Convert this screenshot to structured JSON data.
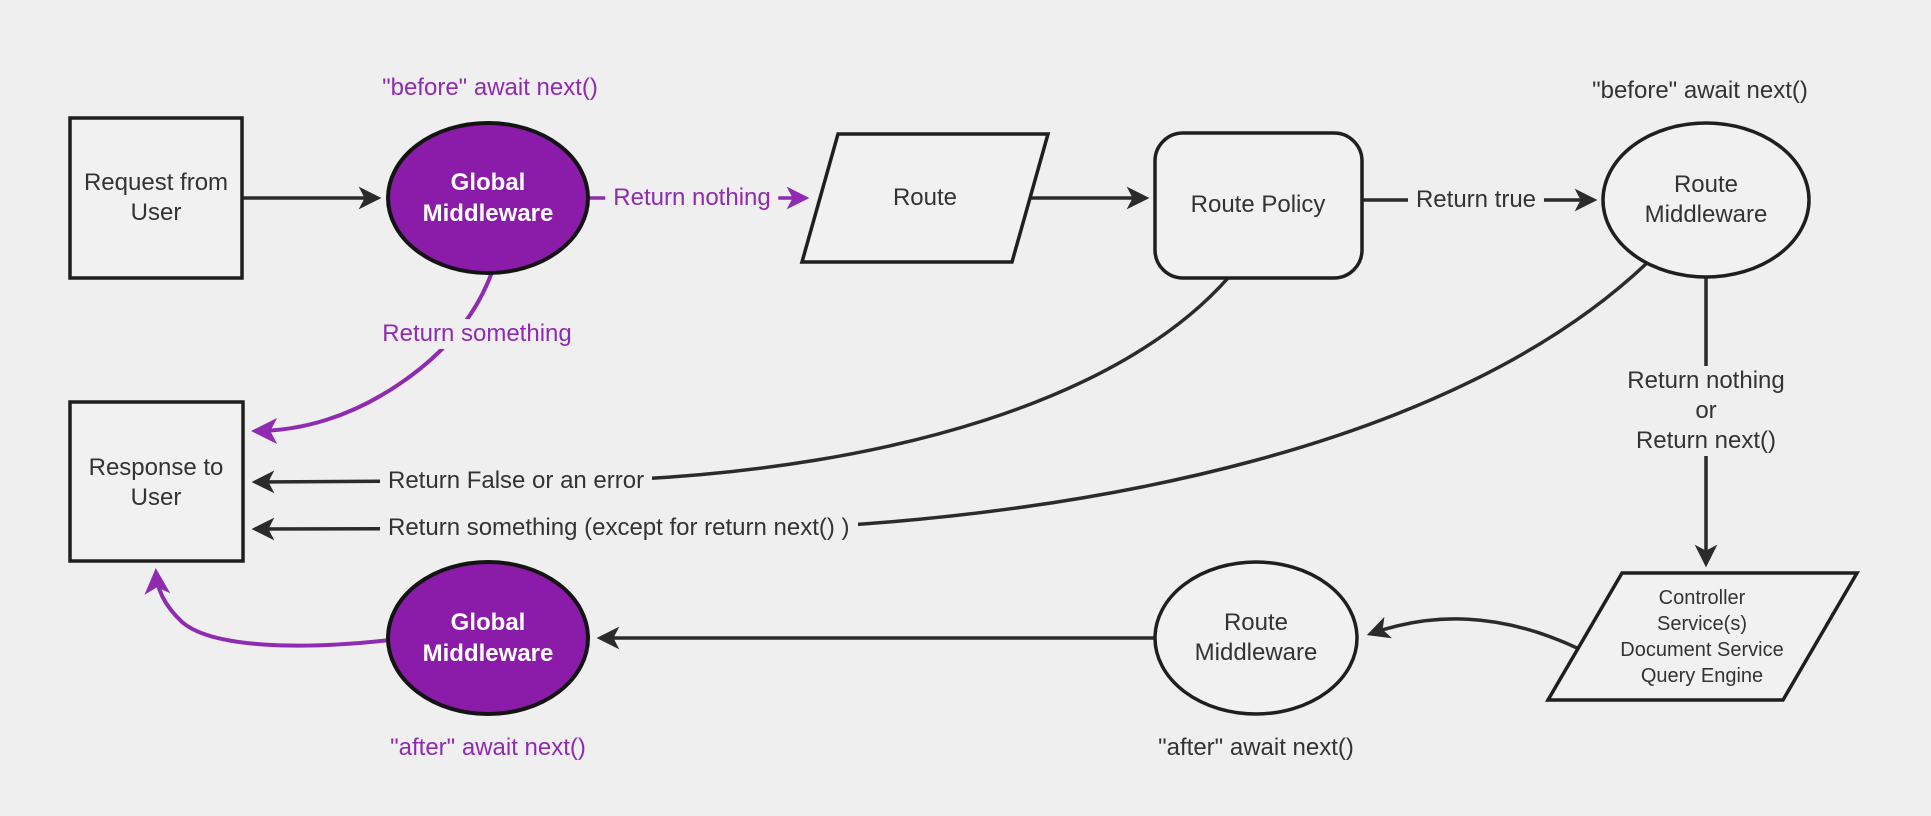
{
  "diagram_title": "Request lifecycle middleware flowchart",
  "colors": {
    "background": "#efefef",
    "node_fill": "#f1f1f1",
    "node_border": "#1f1f1f",
    "edge_black": "#2b2b2b",
    "edge_purple": "#8f2bb0",
    "purple_node_fill": "#8a1ca9",
    "text_dark": "#333333",
    "text_on_purple": "#ffffff"
  },
  "nodes": {
    "request_from_user": {
      "shape": "rectangle",
      "line1": "Request from",
      "line2": "User"
    },
    "global_middleware_top": {
      "shape": "ellipse",
      "line1": "Global",
      "line2": "Middleware"
    },
    "route": {
      "shape": "parallelogram",
      "label": "Route"
    },
    "route_policy": {
      "shape": "rounded-rectangle",
      "label": "Route Policy"
    },
    "route_middleware_top": {
      "shape": "ellipse",
      "line1": "Route",
      "line2": "Middleware"
    },
    "controller_services": {
      "shape": "parallelogram",
      "line1": "Controller",
      "line2": "Service(s)",
      "line3": "Document Service",
      "line4": "Query Engine"
    },
    "route_middleware_bottom": {
      "shape": "ellipse",
      "line1": "Route",
      "line2": "Middleware"
    },
    "global_middleware_bottom": {
      "shape": "ellipse",
      "line1": "Global",
      "line2": "Middleware"
    },
    "response_to_user": {
      "shape": "rectangle",
      "line1": "Response to",
      "line2": "User"
    }
  },
  "annotations": {
    "before_await_top": "\"before\" await next()",
    "before_await_right": "\"before\" await next()",
    "after_await_mid": "\"after\" await next()",
    "after_await_left": "\"after\" await next()"
  },
  "edge_labels": {
    "return_nothing": "Return nothing",
    "return_true": "Return true",
    "return_nothing_or_line1": "Return nothing",
    "return_nothing_or_line2": "or",
    "return_nothing_or_line3": "Return next()",
    "return_something": "Return something",
    "return_false_or_error": "Return False or an error",
    "return_something_except": "Return something (except for return next() )"
  }
}
